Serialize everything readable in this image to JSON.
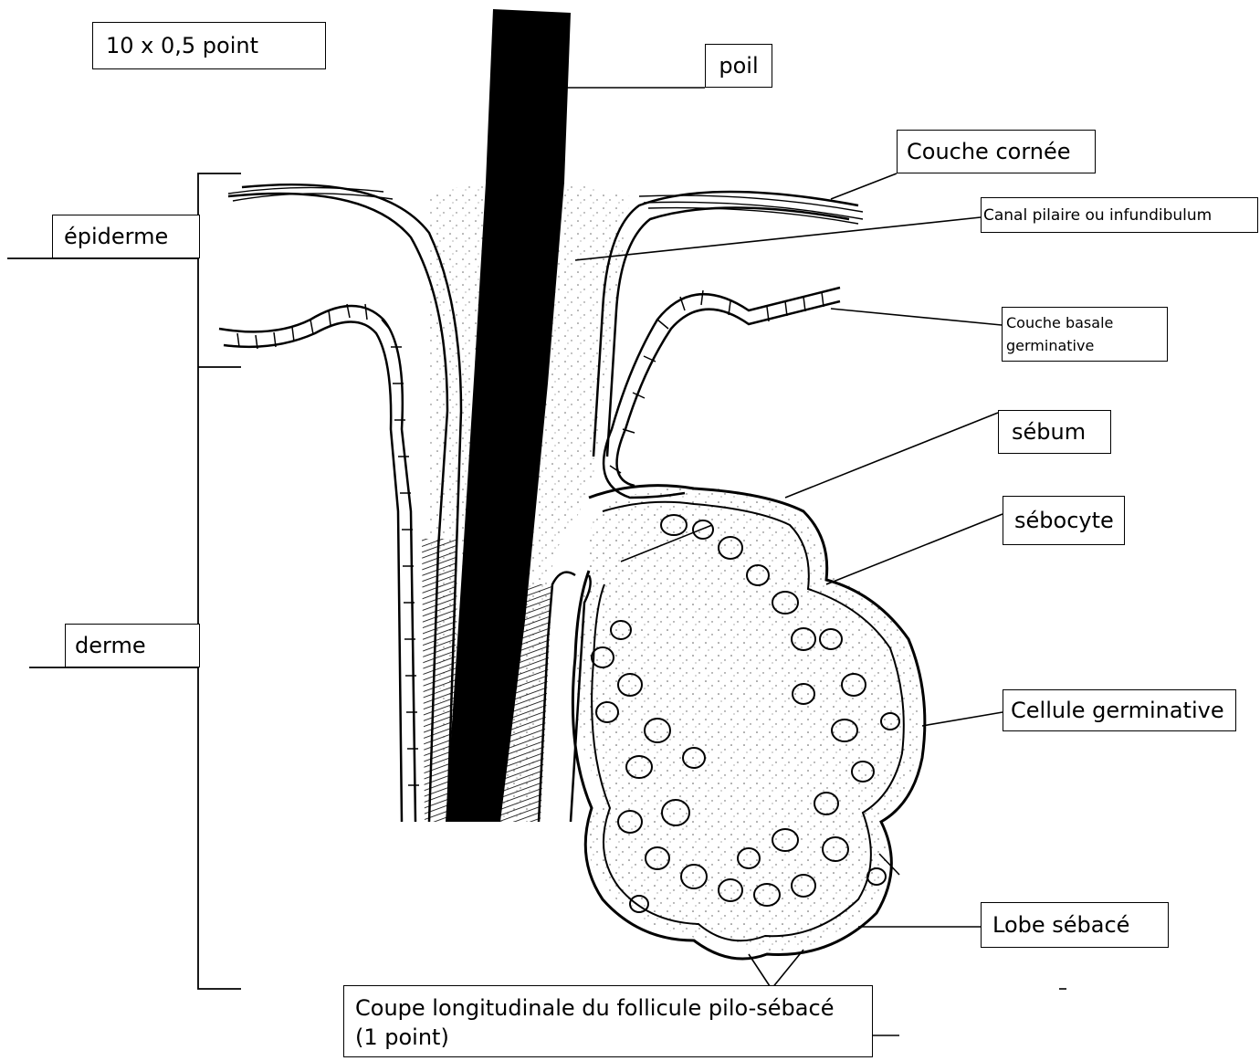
{
  "labels": {
    "score": "10  x 0,5 point",
    "poil": "poil",
    "couche_cornee": "Couche cornée",
    "canal": "Canal pilaire ou infundibulum",
    "couche_basale_line1": "Couche basale",
    "couche_basale_line2": "germinative",
    "sebum": "sébum",
    "sebocyte": "sébocyte",
    "cellule_germinative": "Cellule germinative",
    "lobe_sebace": "Lobe sébacé",
    "epiderme": "épiderme",
    "derme": "derme"
  },
  "caption": {
    "line1": "Coupe longitudinale du follicule pilo-sébacé",
    "line2": "(1 point)"
  }
}
